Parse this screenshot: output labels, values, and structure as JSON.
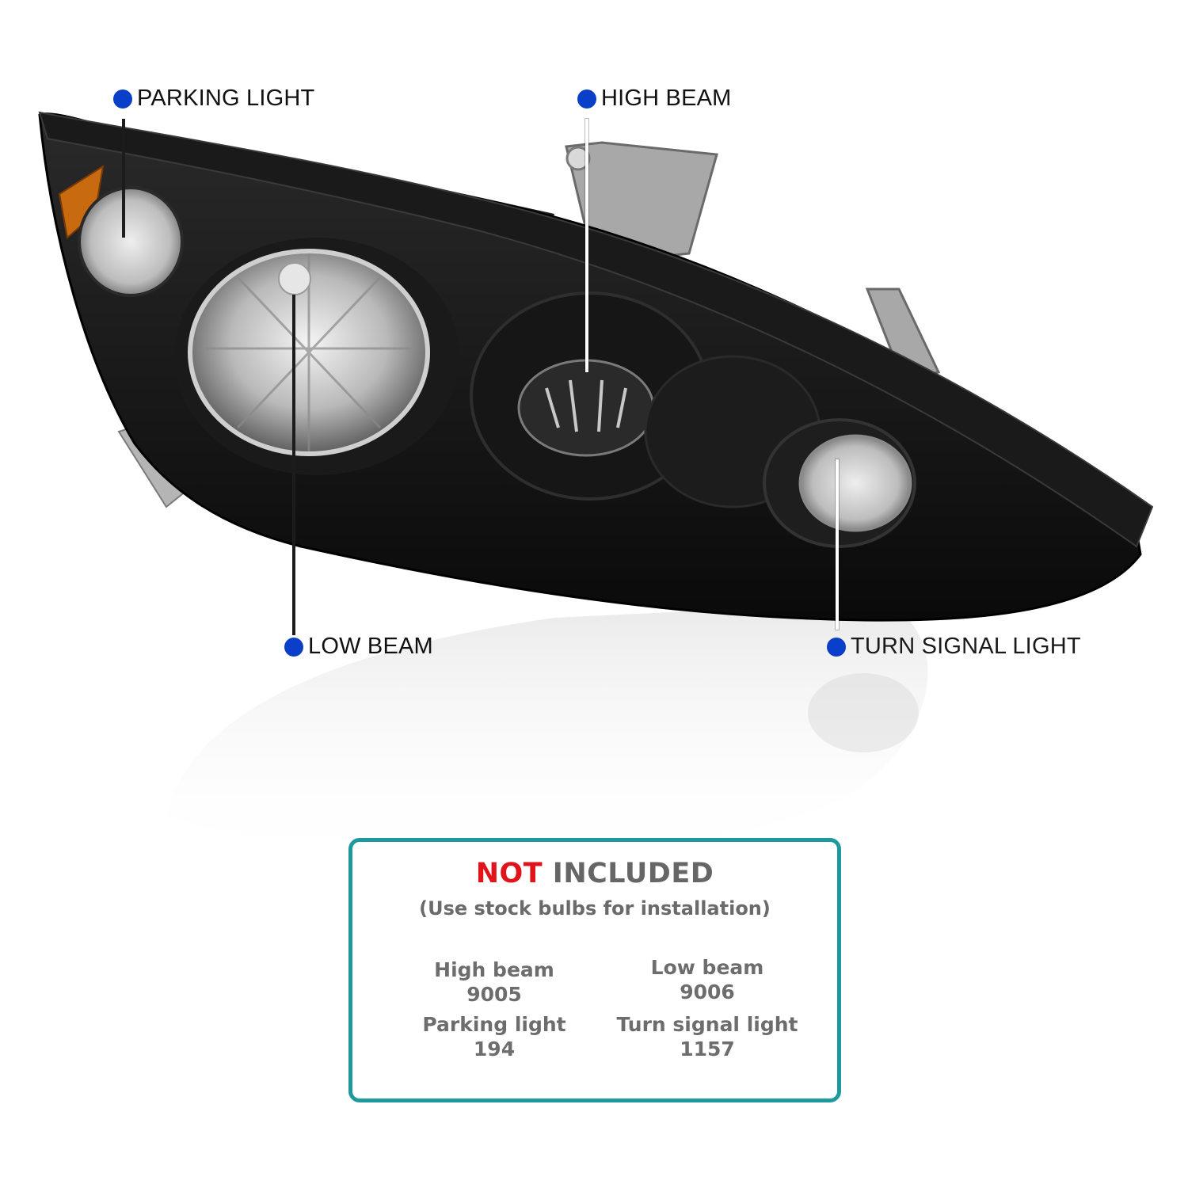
{
  "callouts": {
    "parking": "PARKING LIGHT",
    "high_beam": "HIGH BEAM",
    "low_beam": "LOW BEAM",
    "turn_signal": "TURN SIGNAL LIGHT"
  },
  "info": {
    "not_word": "NOT",
    "included_word": " INCLUDED",
    "subtitle": "(Use stock bulbs for installation)",
    "bulbs": [
      {
        "name": "High beam",
        "value": "9005"
      },
      {
        "name": "Low beam",
        "value": "9006"
      },
      {
        "name": "Parking light",
        "value": "194"
      },
      {
        "name": "Turn signal light",
        "value": "1157"
      }
    ]
  },
  "colors": {
    "dot": "#0a3fc9",
    "box_border": "#1e9a9e",
    "not_red": "#e0141b",
    "housing": "#111111"
  }
}
